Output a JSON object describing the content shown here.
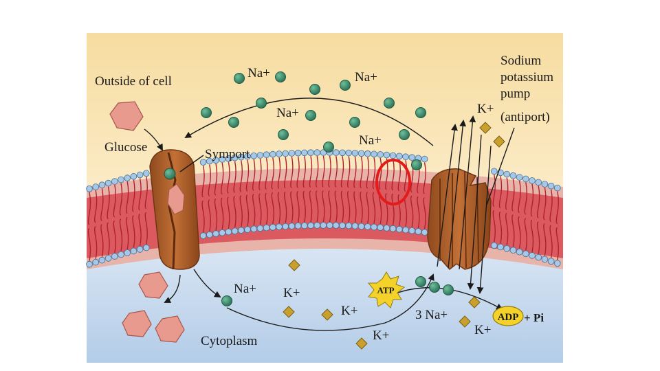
{
  "labels": {
    "outside": "Outside of cell",
    "glucose": "Glucose",
    "symport": "Symport",
    "pump_line1": "Sodium",
    "pump_line2": "potassium",
    "pump_line3": "pump",
    "pump_line4": "(antiport)",
    "cytoplasm": "Cytoplasm",
    "na_1": "Na+",
    "na_2": "Na+",
    "na_3": "Na+",
    "na_4": "Na+",
    "na_cyto": "Na+",
    "three_na": "3 Na+",
    "k_out": "K+",
    "k_1": "K+",
    "k_2": "K+",
    "k_3": "K+",
    "k_4": "K+",
    "atp": "ATP",
    "adp": "ADP",
    "pi": "+ Pi"
  },
  "colors": {
    "outside_top": "#f7e0a8",
    "outside_bottom": "#fbe9c2",
    "cytoplasm_top": "#e6eef7",
    "cytoplasm_bottom": "#b9d1ea",
    "membrane_tail": "#d23a45",
    "membrane_head": "#9dc0e0",
    "protein": "#b4632a",
    "sodium": "#3a8a6c",
    "potassium": "#c49a2a",
    "glucose": "#e89a8f",
    "atp": "#f5d22a",
    "highlight": "#e41b1b"
  }
}
